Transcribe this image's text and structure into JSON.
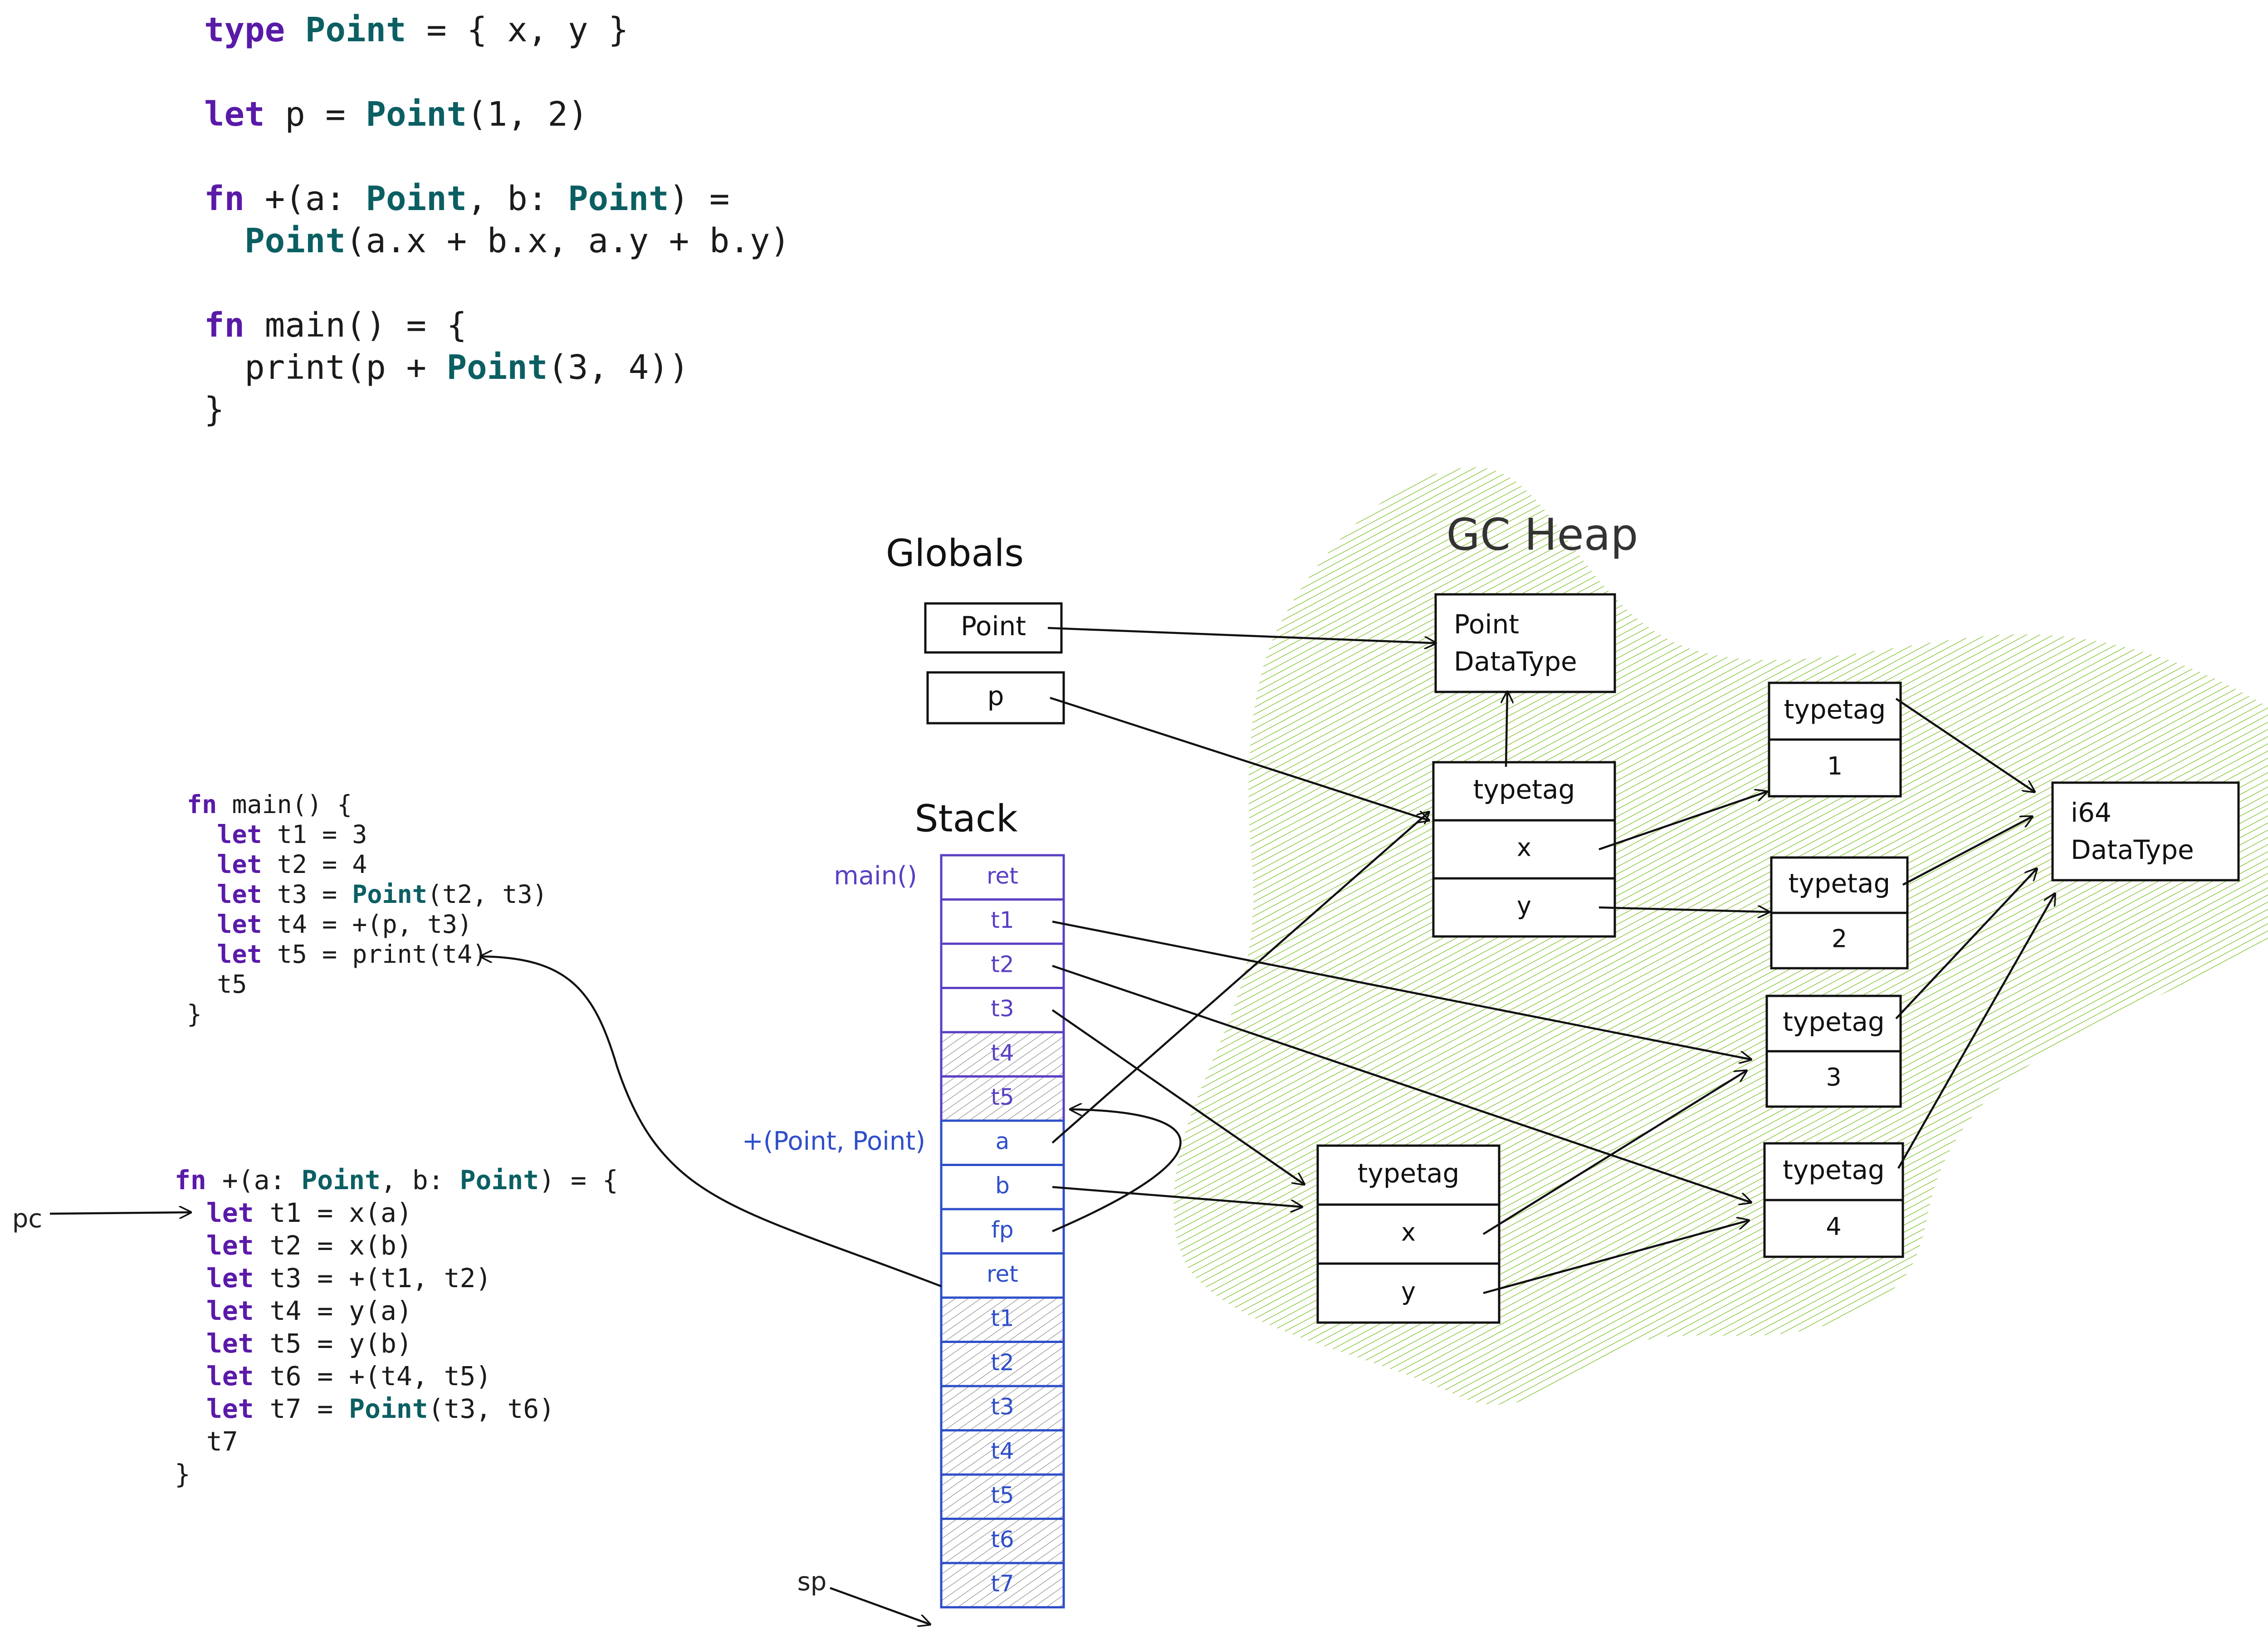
{
  "source_code": {
    "lines": [
      [
        {
          "t": "type",
          "c": "kw"
        },
        {
          "t": " "
        },
        {
          "t": "Point",
          "c": "ty"
        },
        {
          "t": " = { x, y }"
        }
      ],
      [],
      [
        {
          "t": "let",
          "c": "kw"
        },
        {
          "t": " p = "
        },
        {
          "t": "Point",
          "c": "ty"
        },
        {
          "t": "(1, 2)"
        }
      ],
      [],
      [
        {
          "t": "fn",
          "c": "kw"
        },
        {
          "t": " +(a: "
        },
        {
          "t": "Point",
          "c": "ty"
        },
        {
          "t": ", b: "
        },
        {
          "t": "Point",
          "c": "ty"
        },
        {
          "t": ") ="
        }
      ],
      [
        {
          "t": "  "
        },
        {
          "t": "Point",
          "c": "ty"
        },
        {
          "t": "(a.x + b.x, a.y + b.y)"
        }
      ],
      [],
      [
        {
          "t": "fn",
          "c": "kw"
        },
        {
          "t": " main() = {"
        }
      ],
      [
        {
          "t": "  print(p + "
        },
        {
          "t": "Point",
          "c": "ty"
        },
        {
          "t": "(3, 4))"
        }
      ],
      [
        {
          "t": "}"
        }
      ]
    ]
  },
  "main_ir": {
    "lines": [
      [
        {
          "t": "fn",
          "c": "kw"
        },
        {
          "t": " main() {"
        }
      ],
      [
        {
          "t": "  "
        },
        {
          "t": "let",
          "c": "kw"
        },
        {
          "t": " t1 = 3"
        }
      ],
      [
        {
          "t": "  "
        },
        {
          "t": "let",
          "c": "kw"
        },
        {
          "t": " t2 = 4"
        }
      ],
      [
        {
          "t": "  "
        },
        {
          "t": "let",
          "c": "kw"
        },
        {
          "t": " t3 = "
        },
        {
          "t": "Point",
          "c": "ty"
        },
        {
          "t": "(t2, t3)"
        }
      ],
      [
        {
          "t": "  "
        },
        {
          "t": "let",
          "c": "kw"
        },
        {
          "t": " t4 = +(p, t3)"
        }
      ],
      [
        {
          "t": "  "
        },
        {
          "t": "let",
          "c": "kw"
        },
        {
          "t": " t5 = print(t4)"
        }
      ],
      [
        {
          "t": "  t5"
        }
      ],
      [
        {
          "t": "}"
        }
      ]
    ]
  },
  "plus_ir": {
    "lines": [
      [
        {
          "t": "fn",
          "c": "kw"
        },
        {
          "t": " +(a: "
        },
        {
          "t": "Point",
          "c": "ty"
        },
        {
          "t": ", b: "
        },
        {
          "t": "Point",
          "c": "ty"
        },
        {
          "t": ") = {"
        }
      ],
      [
        {
          "t": "  "
        },
        {
          "t": "let",
          "c": "kw"
        },
        {
          "t": " t1 = x(a)"
        }
      ],
      [
        {
          "t": "  "
        },
        {
          "t": "let",
          "c": "kw"
        },
        {
          "t": " t2 = x(b)"
        }
      ],
      [
        {
          "t": "  "
        },
        {
          "t": "let",
          "c": "kw"
        },
        {
          "t": " t3 = +(t1, t2)"
        }
      ],
      [
        {
          "t": "  "
        },
        {
          "t": "let",
          "c": "kw"
        },
        {
          "t": " t4 = y(a)"
        }
      ],
      [
        {
          "t": "  "
        },
        {
          "t": "let",
          "c": "kw"
        },
        {
          "t": " t5 = y(b)"
        }
      ],
      [
        {
          "t": "  "
        },
        {
          "t": "let",
          "c": "kw"
        },
        {
          "t": " t6 = +(t4, t5)"
        }
      ],
      [
        {
          "t": "  "
        },
        {
          "t": "let",
          "c": "kw"
        },
        {
          "t": " t7 = "
        },
        {
          "t": "Point",
          "c": "ty"
        },
        {
          "t": "(t3, t6)"
        }
      ],
      [
        {
          "t": "  t7"
        }
      ],
      [
        {
          "t": "}"
        }
      ]
    ]
  },
  "labels": {
    "pc": "pc",
    "sp": "sp",
    "globals_title": "Globals",
    "stack_title": "Stack",
    "heap_title": "GC Heap",
    "frame_main": "main()",
    "frame_plus": "+(Point, Point)"
  },
  "globals": [
    {
      "id": "g-point",
      "label": "Point"
    },
    {
      "id": "g-p",
      "label": "p"
    }
  ],
  "stack": {
    "frames": [
      {
        "name": "main()",
        "color": "#5b3fc4",
        "slots": [
          {
            "label": "ret",
            "dead": false
          },
          {
            "label": "t1",
            "dead": false
          },
          {
            "label": "t2",
            "dead": false
          },
          {
            "label": "t3",
            "dead": false
          },
          {
            "label": "t4",
            "dead": true
          },
          {
            "label": "t5",
            "dead": true
          }
        ]
      },
      {
        "name": "+(Point, Point)",
        "color": "#2f4fc9",
        "slots": [
          {
            "label": "a",
            "dead": false
          },
          {
            "label": "b",
            "dead": false
          },
          {
            "label": "fp",
            "dead": false
          },
          {
            "label": "ret",
            "dead": false
          },
          {
            "label": "t1",
            "dead": true
          },
          {
            "label": "t2",
            "dead": true
          },
          {
            "label": "t3",
            "dead": true
          },
          {
            "label": "t4",
            "dead": true
          },
          {
            "label": "t5",
            "dead": true
          },
          {
            "label": "t6",
            "dead": true
          },
          {
            "label": "t7",
            "dead": true
          }
        ]
      }
    ]
  },
  "heap": {
    "fill_color": "#8cc63f",
    "objects": [
      {
        "id": "point-datatype",
        "lines": [
          "Point",
          "DataType"
        ]
      },
      {
        "id": "i64-datatype",
        "lines": [
          "i64",
          "DataType"
        ]
      },
      {
        "id": "point-p",
        "fields": [
          "typetag",
          "x",
          "y"
        ]
      },
      {
        "id": "point-34",
        "fields": [
          "typetag",
          "x",
          "y"
        ]
      },
      {
        "id": "int-1",
        "fields": [
          "typetag",
          "1"
        ]
      },
      {
        "id": "int-2",
        "fields": [
          "typetag",
          "2"
        ]
      },
      {
        "id": "int-3",
        "fields": [
          "typetag",
          "3"
        ]
      },
      {
        "id": "int-4",
        "fields": [
          "typetag",
          "4"
        ]
      }
    ]
  },
  "references": [
    {
      "from": "global:Point",
      "to": "point-datatype"
    },
    {
      "from": "global:p",
      "to": "point-p"
    },
    {
      "from": "point-p.typetag",
      "to": "point-datatype"
    },
    {
      "from": "point-p.x",
      "to": "int-1"
    },
    {
      "from": "point-p.y",
      "to": "int-2"
    },
    {
      "from": "point-34.x",
      "to": "int-3"
    },
    {
      "from": "point-34.y",
      "to": "int-4"
    },
    {
      "from": "int-1.typetag",
      "to": "i64-datatype"
    },
    {
      "from": "int-2.typetag",
      "to": "i64-datatype"
    },
    {
      "from": "int-3.typetag",
      "to": "i64-datatype"
    },
    {
      "from": "int-4.typetag",
      "to": "i64-datatype"
    },
    {
      "from": "stack:main.t1",
      "to": "int-3"
    },
    {
      "from": "stack:main.t2",
      "to": "int-4"
    },
    {
      "from": "stack:main.t3",
      "to": "point-34"
    },
    {
      "from": "stack:plus.a",
      "to": "point-p"
    },
    {
      "from": "stack:plus.b",
      "to": "point-34"
    },
    {
      "from": "stack:plus.fp",
      "to": "stack:main.t5"
    },
    {
      "from": "stack:plus.ret",
      "to": "main_ir.line5"
    },
    {
      "from": "pc",
      "to": "plus_ir.line1"
    },
    {
      "from": "sp",
      "to": "stack:plus.t7"
    }
  ]
}
